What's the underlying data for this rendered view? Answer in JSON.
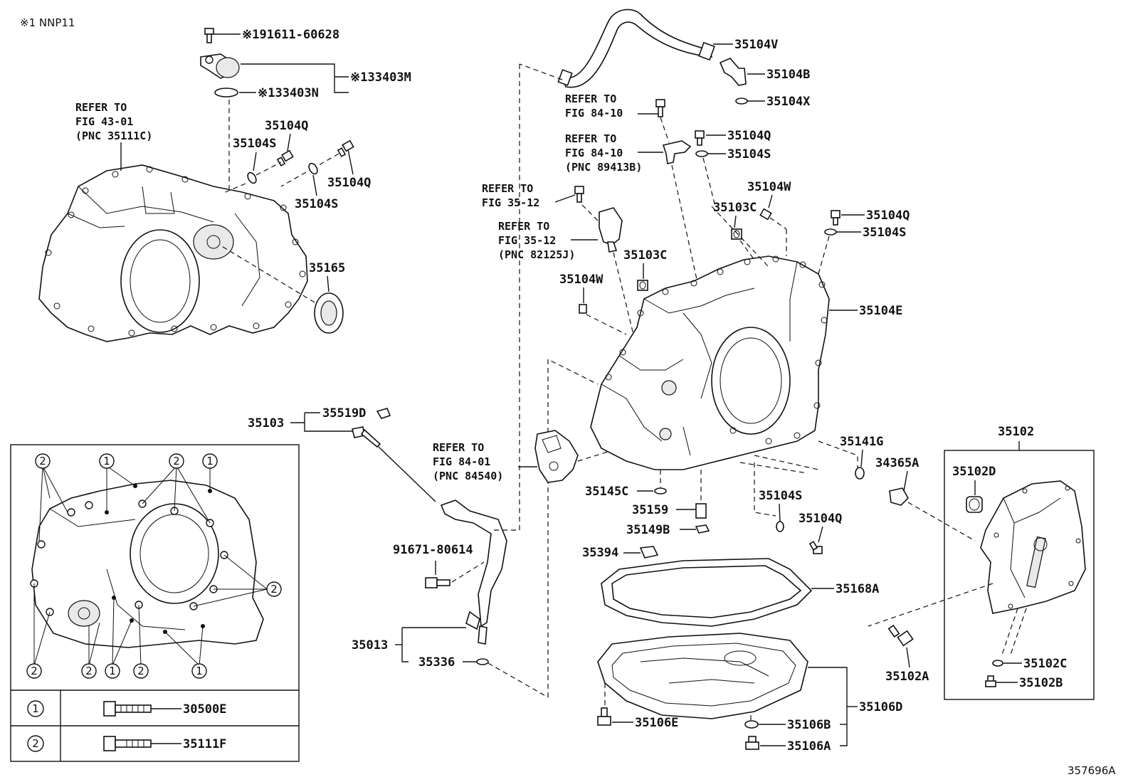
{
  "header_note": "※1 NNP11",
  "figure_id": "357696A",
  "references": {
    "fig43": [
      "REFER TO",
      "FIG 43-01",
      "(PNC 35111C)"
    ],
    "fig84_a": [
      "REFER TO",
      "FIG 84-10"
    ],
    "fig84_b": [
      "REFER TO",
      "FIG 84-10",
      "(PNC 89413B)"
    ],
    "fig35_a": [
      "REFER TO",
      "FIG 35-12"
    ],
    "fig35_b": [
      "REFER TO",
      "FIG 35-12",
      "(PNC 82125J)"
    ],
    "fig84_01": [
      "REFER TO",
      "FIG 84-01",
      "(PNC 84540)"
    ]
  },
  "callouts": {
    "c_91611": "※191611-60628",
    "c_33403M": "※133403M",
    "c_33403N": "※133403N",
    "c_35104Q_a": "35104Q",
    "c_35104S_a": "35104S",
    "c_35104Q_b": "35104Q",
    "c_35104S_b": "35104S",
    "c_35165": "35165",
    "c_35104V": "35104V",
    "c_35104B": "35104B",
    "c_35104X": "35104X",
    "c_35104Q_c": "35104Q",
    "c_35104S_c": "35104S",
    "c_35104W_a": "35104W",
    "c_35103C_a": "35103C",
    "c_35104Q_d": "35104Q",
    "c_35104S_d": "35104S",
    "c_35103C_b": "35103C",
    "c_35104W_b": "35104W",
    "c_35104E": "35104E",
    "c_35103": "35103",
    "c_35519D": "35519D",
    "c_35141G": "35141G",
    "c_34365A": "34365A",
    "c_35102": "35102",
    "c_35102D": "35102D",
    "c_35145C": "35145C",
    "c_35159": "35159",
    "c_35149B": "35149B",
    "c_35104S_e": "35104S",
    "c_35104Q_e": "35104Q",
    "c_91671": "91671-80614",
    "c_35394": "35394",
    "c_35168A": "35168A",
    "c_35013": "35013",
    "c_35336": "35336",
    "c_35102A": "35102A",
    "c_35102C": "35102C",
    "c_35102B": "35102B",
    "c_35106D": "35106D",
    "c_35106E": "35106E",
    "c_35106B": "35106B",
    "c_35106A": "35106A"
  },
  "bolt_legend": {
    "rows": [
      {
        "mark": "1",
        "part": "30500E"
      },
      {
        "mark": "2",
        "part": "35111F"
      }
    ]
  },
  "inset_marks": [
    "1",
    "2"
  ]
}
